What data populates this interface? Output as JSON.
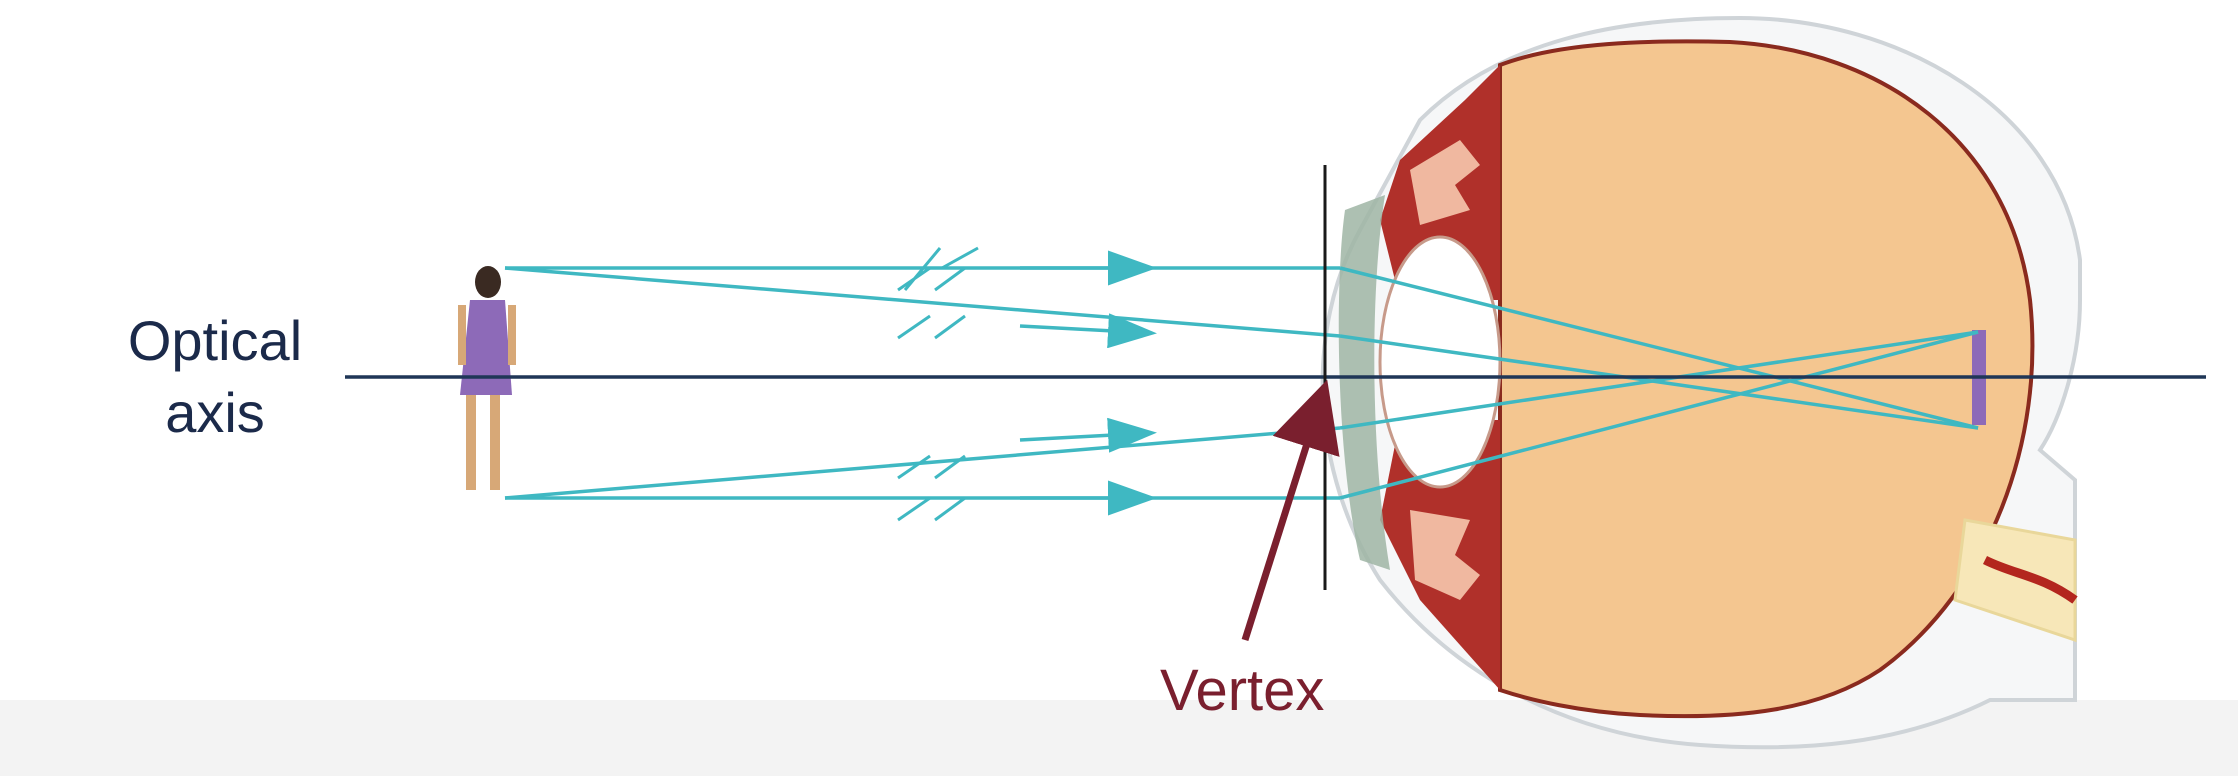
{
  "labels": {
    "optical_axis_line1": "Optical",
    "optical_axis_line2": "axis",
    "vertex": "Vertex"
  },
  "colors": {
    "axis_line": "#1f3657",
    "rays": "#3fb8c2",
    "vertex_arrow": "#7a1f2e",
    "eye_interior": "#f4c690",
    "sclera": "#ffffff",
    "iris_tissue": "#b0302a",
    "cornea": "#9fb5a5",
    "figure_dress": "#8d6ab8"
  },
  "icons": [
    "person-figure",
    "eyeball-cross-section",
    "fiber-break-icon"
  ]
}
